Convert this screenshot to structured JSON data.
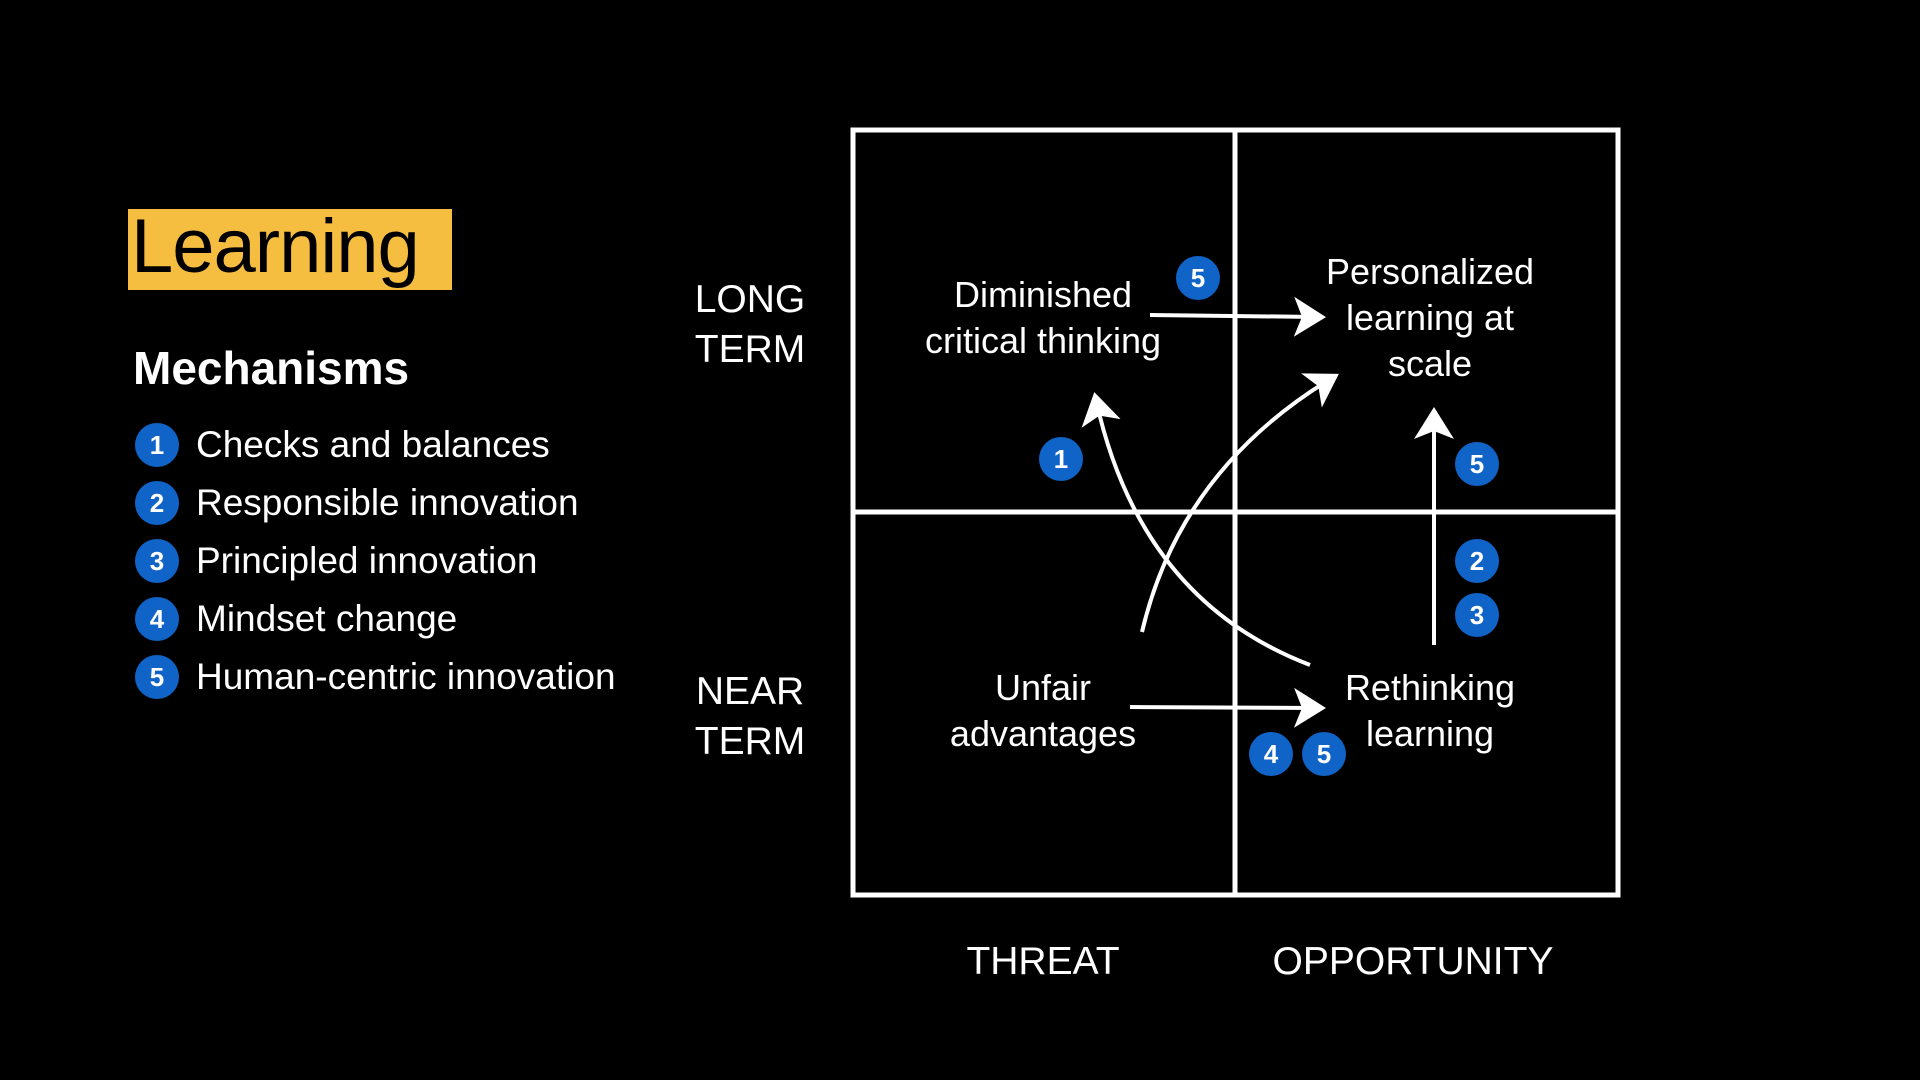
{
  "title": "Learning",
  "mechanisms": {
    "heading": "Mechanisms",
    "items": [
      {
        "number": "1",
        "label": "Checks and balances"
      },
      {
        "number": "2",
        "label": "Responsible innovation"
      },
      {
        "number": "3",
        "label": "Principled innovation"
      },
      {
        "number": "4",
        "label": "Mindset change"
      },
      {
        "number": "5",
        "label": "Human-centric innovation"
      }
    ]
  },
  "matrix": {
    "row_labels": {
      "top": "LONG\nTERM",
      "bottom": "NEAR\nTERM"
    },
    "column_labels": {
      "left": "THREAT",
      "right": "OPPORTUNITY"
    },
    "quadrants": {
      "top_left": "Diminished\ncritical thinking",
      "top_right": "Personalized\nlearning at\nscale",
      "bottom_left": "Unfair\nadvantages",
      "bottom_right": "Rethinking\nlearning"
    },
    "badges": {
      "tl_to_tr": "5",
      "br_to_tl": "1",
      "br_to_tr_upper": "5",
      "br_to_tr_mid": "2",
      "br_to_tr_lower": "3",
      "bl_to_br_a": "4",
      "bl_to_br_b": "5"
    }
  },
  "colors": {
    "background": "#000000",
    "title_highlight": "#f6be41",
    "badge": "#1063c7",
    "line": "#ffffff"
  }
}
